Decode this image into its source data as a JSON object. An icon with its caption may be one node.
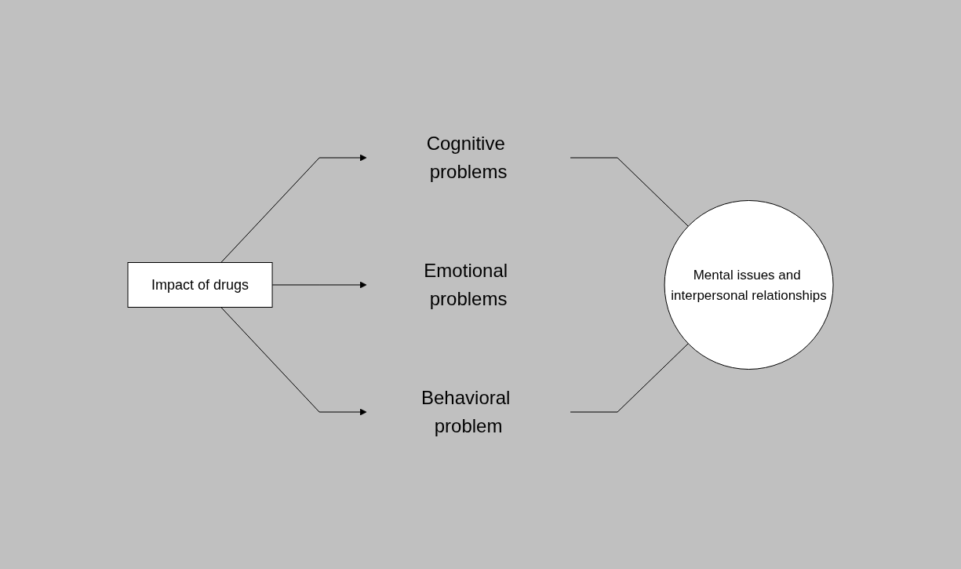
{
  "diagram": {
    "nodes": [
      {
        "text": [
          "Impact of drugs"
        ]
      },
      {
        "text": [
          "Cognitive problems"
        ]
      },
      {
        "text": [
          "Emotional problems"
        ]
      },
      {
        "text": [
          "Behavioral problem"
        ]
      },
      {
        "text": [
          "Mental issues and interpersonal relationships"
        ]
      }
    ],
    "edges": [
      {
        "from": 0,
        "to": 1,
        "arrow": "to"
      },
      {
        "from": 0,
        "to": 2,
        "arrow": "to"
      },
      {
        "from": 0,
        "to": 3,
        "arrow": "to"
      },
      {
        "from": 1,
        "to": 4,
        "arrow": "none"
      },
      {
        "from": 3,
        "to": 4,
        "arrow": "none"
      }
    ]
  }
}
